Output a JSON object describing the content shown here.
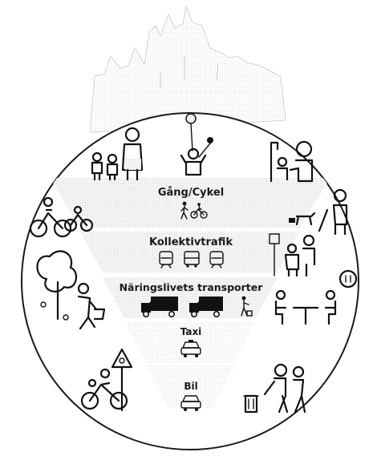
{
  "diagram": {
    "tiers": [
      {
        "label": "Gång/Cykel"
      },
      {
        "label": "Kollektivtrafik"
      },
      {
        "label": "Näringslivets transporter"
      },
      {
        "label": "Taxi"
      },
      {
        "label": "Bil"
      }
    ],
    "colors": {
      "outline": "#1a1a1a",
      "stipple_band": "#cfcfcf",
      "skyline": "#b5b5b5",
      "background": "#ffffff"
    },
    "icons": {
      "walk_cycle": [
        "pedestrian-icon",
        "bicycle-icon"
      ],
      "transit": [
        "train-icon",
        "bus-icon",
        "tram-icon"
      ],
      "business": [
        "truck-icon",
        "truck-icon",
        "courier-icon"
      ],
      "taxi": [
        "taxi-car-icon"
      ],
      "car": [
        "car-icon"
      ]
    }
  }
}
